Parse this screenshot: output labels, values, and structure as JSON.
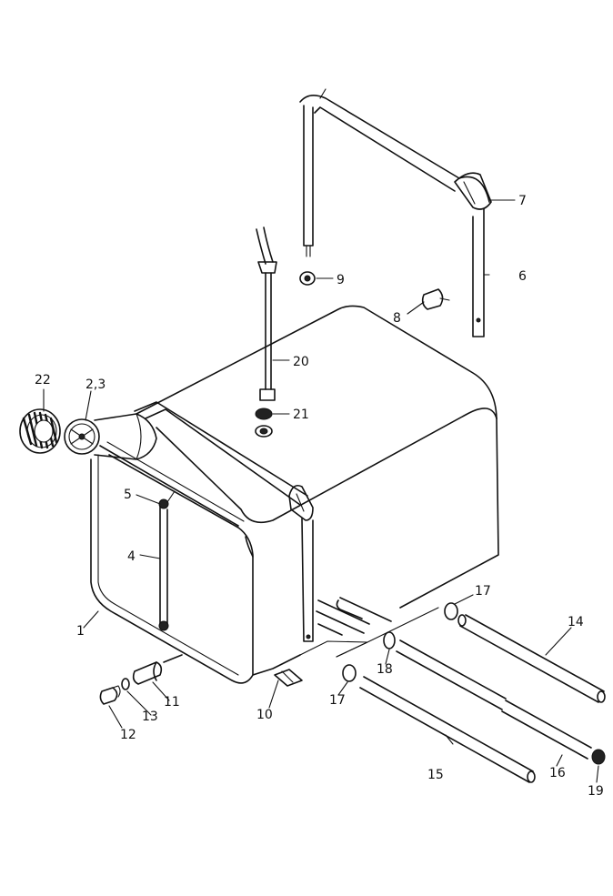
{
  "parts": [
    {
      "id": "p1",
      "label": "1"
    },
    {
      "id": "p23",
      "label": "2,3"
    },
    {
      "id": "p4",
      "label": "4"
    },
    {
      "id": "p5",
      "label": "5"
    },
    {
      "id": "p6",
      "label": "6"
    },
    {
      "id": "p7",
      "label": "7"
    },
    {
      "id": "p8",
      "label": "8"
    },
    {
      "id": "p9",
      "label": "9"
    },
    {
      "id": "p10",
      "label": "10"
    },
    {
      "id": "p11",
      "label": "11"
    },
    {
      "id": "p12",
      "label": "12"
    },
    {
      "id": "p13",
      "label": "13"
    },
    {
      "id": "p14",
      "label": "14"
    },
    {
      "id": "p15",
      "label": "15"
    },
    {
      "id": "p16",
      "label": "16"
    },
    {
      "id": "p17a",
      "label": "17"
    },
    {
      "id": "p17b",
      "label": "17"
    },
    {
      "id": "p18",
      "label": "18"
    },
    {
      "id": "p19",
      "label": "19"
    },
    {
      "id": "p20",
      "label": "20"
    },
    {
      "id": "p21",
      "label": "21"
    },
    {
      "id": "p22",
      "label": "22"
    }
  ]
}
